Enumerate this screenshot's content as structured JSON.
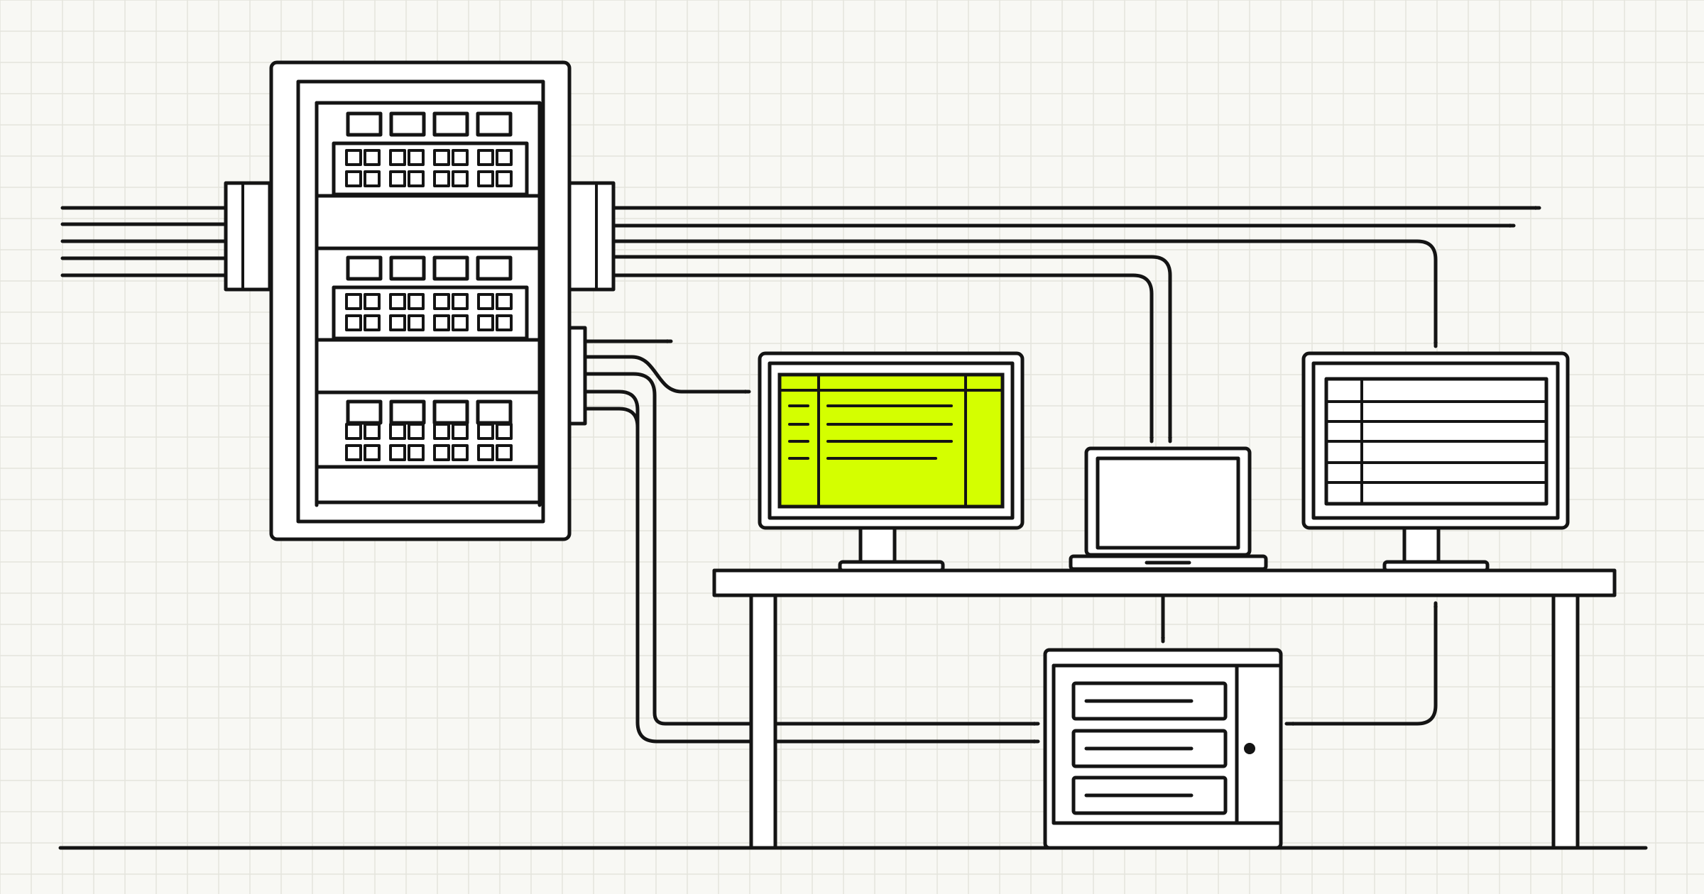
{
  "colors": {
    "background": "#f8f8f4",
    "grid": "#e4e4dc",
    "ink": "#141414",
    "highlight": "#d4ff00"
  },
  "components": [
    {
      "id": "server-rack",
      "icon": "server-rack-icon"
    },
    {
      "id": "monitor-highlighted",
      "icon": "monitor-icon"
    },
    {
      "id": "laptop",
      "icon": "laptop-icon"
    },
    {
      "id": "monitor-table",
      "icon": "monitor-icon"
    },
    {
      "id": "desk",
      "icon": "desk-icon"
    },
    {
      "id": "storage-cabinet",
      "icon": "storage-cabinet-icon"
    }
  ],
  "connections": [
    {
      "from": "input-cables",
      "to": "server-rack"
    },
    {
      "from": "server-rack",
      "to": "right-edge"
    },
    {
      "from": "server-rack",
      "to": "laptop"
    },
    {
      "from": "server-rack",
      "to": "monitor-table"
    },
    {
      "from": "server-rack",
      "to": "monitor-highlighted"
    },
    {
      "from": "server-rack",
      "to": "storage-cabinet"
    },
    {
      "from": "desk",
      "to": "storage-cabinet"
    },
    {
      "from": "storage-cabinet",
      "to": "desk"
    }
  ]
}
